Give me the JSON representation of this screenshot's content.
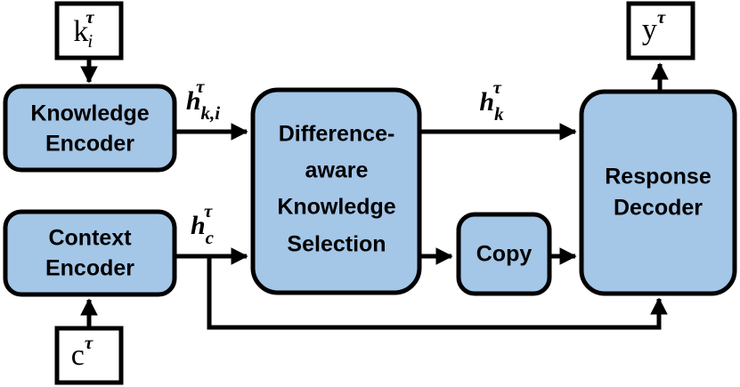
{
  "figure": {
    "type": "block-diagram",
    "title": "",
    "background_color": "#ffffff",
    "box_fill_color": "#a4c6e7",
    "io_box_fill_color": "#ffffff",
    "stroke_color": "#000000"
  },
  "nodes": {
    "knowledge_input": {
      "label": "k",
      "subscript": "i",
      "superscript": "τ",
      "kind": "io-box"
    },
    "context_input": {
      "label": "c",
      "subscript": "",
      "superscript": "τ",
      "kind": "io-box"
    },
    "response_output": {
      "label": "y",
      "subscript": "",
      "superscript": "τ",
      "kind": "io-box"
    },
    "knowledge_encoder": {
      "line1": "Knowledge",
      "line2": "Encoder",
      "kind": "process-box"
    },
    "context_encoder": {
      "line1": "Context",
      "line2": "Encoder",
      "kind": "process-box"
    },
    "knowledge_selection": {
      "line1": "Difference-",
      "line2": "aware",
      "line3": "Knowledge",
      "line4": "Selection",
      "kind": "process-box"
    },
    "copy": {
      "line1": "Copy",
      "kind": "process-box"
    },
    "response_decoder": {
      "line1": "Response",
      "line2": "Decoder",
      "kind": "process-box"
    }
  },
  "edge_labels": {
    "knowledge_hidden": {
      "base": "h",
      "subscript": "k,i",
      "superscript": "τ"
    },
    "context_hidden": {
      "base": "h",
      "subscript": "c",
      "superscript": "τ"
    },
    "selected_knowledge_hidden": {
      "base": "h",
      "subscript": "k",
      "superscript": "τ"
    }
  },
  "edges": [
    {
      "from": "knowledge_input",
      "to": "knowledge_encoder",
      "label": ""
    },
    {
      "from": "context_input",
      "to": "context_encoder",
      "label": ""
    },
    {
      "from": "knowledge_encoder",
      "to": "knowledge_selection",
      "label": "knowledge_hidden"
    },
    {
      "from": "context_encoder",
      "to": "knowledge_selection",
      "label": "context_hidden"
    },
    {
      "from": "knowledge_selection",
      "to": "response_decoder",
      "label": "selected_knowledge_hidden"
    },
    {
      "from": "knowledge_selection",
      "to": "copy",
      "label": ""
    },
    {
      "from": "copy",
      "to": "response_decoder",
      "label": ""
    },
    {
      "from": "context_encoder",
      "to": "response_decoder",
      "label": ""
    },
    {
      "from": "response_decoder",
      "to": "response_output",
      "label": ""
    }
  ]
}
